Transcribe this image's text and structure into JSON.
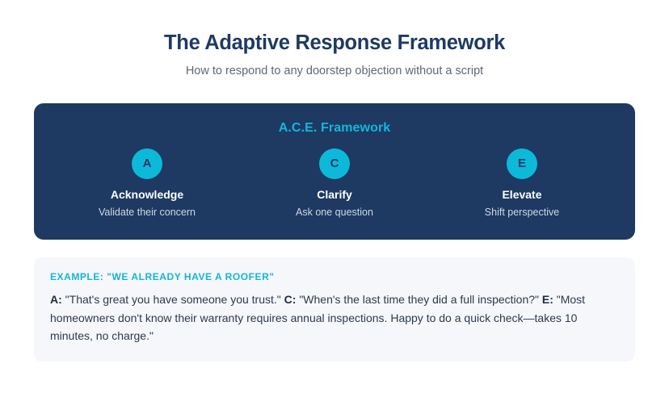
{
  "header": {
    "title": "The Adaptive Response Framework",
    "subtitle": "How to respond to any doorstep objection without a script"
  },
  "framework_panel": {
    "panel_title": "A.C.E. Framework",
    "background_color": "#1e3a63",
    "accent_color": "#0db9d9",
    "steps": [
      {
        "badge": "A",
        "label": "Acknowledge",
        "description": "Validate their concern"
      },
      {
        "badge": "C",
        "label": "Clarify",
        "description": "Ask one question"
      },
      {
        "badge": "E",
        "label": "Elevate",
        "description": "Shift perspective"
      }
    ]
  },
  "example": {
    "heading": "EXAMPLE: \"WE ALREADY HAVE A ROOFER\"",
    "heading_color": "#12b5dc",
    "segments": [
      {
        "marker": "A:",
        "text": " \"That's great you have someone you trust.\" "
      },
      {
        "marker": "C:",
        "text": " \"When's the last time they did a full inspection?\" "
      },
      {
        "marker": "E:",
        "text": " \"Most homeowners don't know their warranty requires annual inspections. Happy to do a quick check—takes 10 minutes, no charge.\""
      }
    ]
  }
}
